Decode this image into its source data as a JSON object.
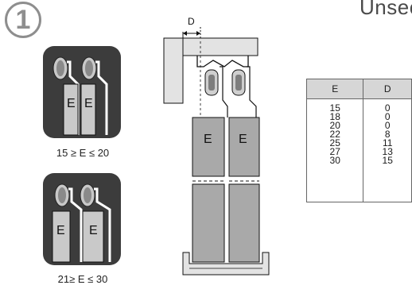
{
  "step": {
    "number": "1"
  },
  "header": {
    "cropped_title": "Unsec"
  },
  "thumbnails": [
    {
      "label_left": "E",
      "label_right": "E",
      "caption": "15 ≥ E ≤ 20"
    },
    {
      "label_left": "E",
      "label_right": "E",
      "caption": "21≥ E ≤ 30"
    }
  ],
  "diagram": {
    "dimension_label": "D",
    "panel_left_label": "E",
    "panel_right_label": "E"
  },
  "table": {
    "columns": [
      "E",
      "D"
    ],
    "rows": [
      {
        "e": "15",
        "d": "0"
      },
      {
        "e": "18",
        "d": "0"
      },
      {
        "e": "20",
        "d": "0"
      },
      {
        "e": "22",
        "d": "8"
      },
      {
        "e": "25",
        "d": "11"
      },
      {
        "e": "27",
        "d": "13"
      },
      {
        "e": "30",
        "d": "15"
      }
    ]
  },
  "colors": {
    "thumb_bg": "#3c3c3c",
    "panel_gray": "#a9a9a9",
    "frame_gray": "#e3e3e3",
    "table_header": "#d6d6d6",
    "step_circle": "#8e8e8e"
  }
}
